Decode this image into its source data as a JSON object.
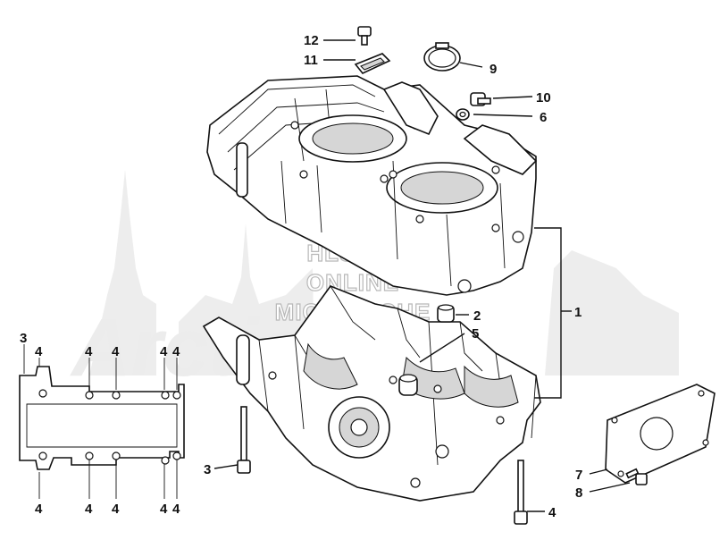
{
  "watermark": {
    "lines": [
      "HLSM'S",
      "ONLINE",
      "MICROFICHE"
    ],
    "brand": "Arctic Cat"
  },
  "callouts": {
    "n1": "1",
    "n2": "2",
    "n3a": "3",
    "n3b": "3",
    "n4_eng": "4",
    "n5": "5",
    "n6": "6",
    "n7": "7",
    "n8": "8",
    "n9": "9",
    "n10": "10",
    "n11": "11",
    "n12": "12"
  },
  "gasket_labels": {
    "top": [
      "3",
      "4",
      "4",
      "4",
      "4",
      "4"
    ],
    "bottom": [
      "4",
      "4",
      "4",
      "4",
      "4"
    ]
  }
}
